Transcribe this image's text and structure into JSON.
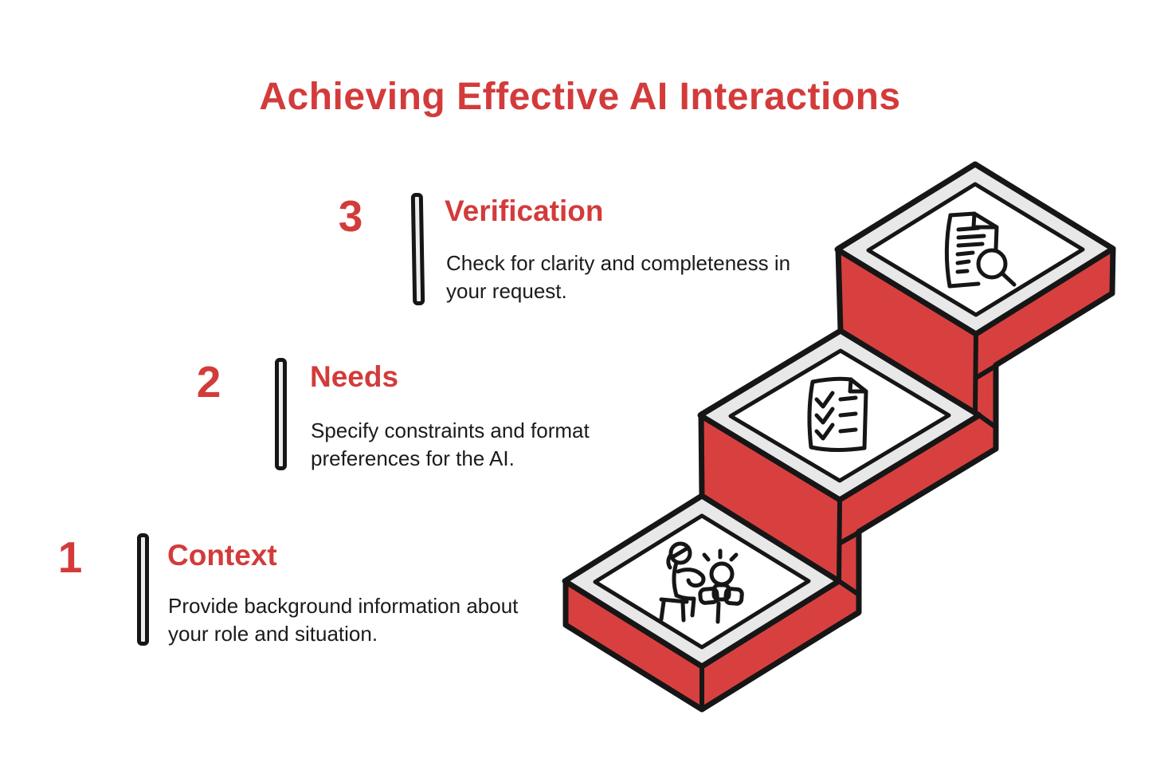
{
  "title": "Achieving Effective AI Interactions",
  "colors": {
    "accent_red": "#d33b3b",
    "stair_red": "#d84040",
    "stair_gray": "#e8e8e8",
    "outline_black": "#161616"
  },
  "steps": [
    {
      "number": "1",
      "title": "Context",
      "description": "Provide background information about your role and situation."
    },
    {
      "number": "2",
      "title": "Needs",
      "description": "Specify constraints and format preferences for the AI."
    },
    {
      "number": "3",
      "title": "Verification",
      "description": "Check for clarity and completeness in your request."
    }
  ],
  "stair_icons": [
    "person-giving-blocks-icon",
    "checklist-document-icon",
    "document-search-icon"
  ]
}
